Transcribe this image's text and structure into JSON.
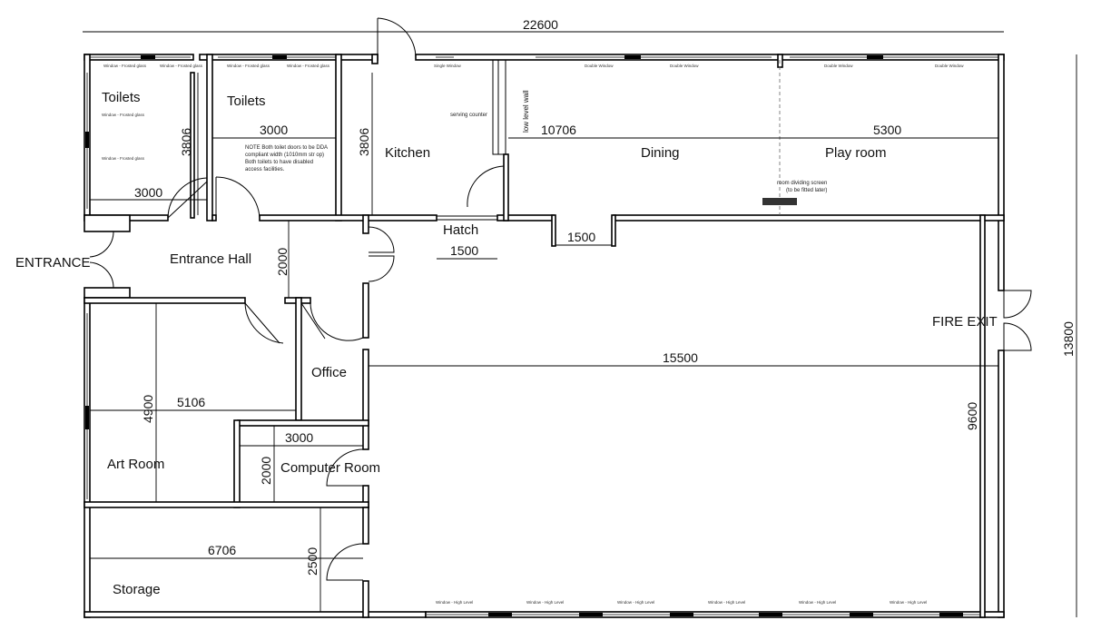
{
  "rooms": {
    "toilets_left": "Toilets",
    "toilets_right": "Toilets",
    "kitchen": "Kitchen",
    "dining": "Dining",
    "play_room": "Play room",
    "entrance": "ENTRANCE",
    "entrance_hall": "Entrance Hall",
    "hatch": "Hatch",
    "fire_exit": "FIRE EXIT",
    "office": "Office",
    "art_room": "Art Room",
    "computer_room": "Computer Room",
    "storage": "Storage"
  },
  "dimensions": {
    "overall_width": "22600",
    "overall_depth": "13800",
    "toilets_left_height": "3806",
    "toilets_left_width": "3000",
    "toilets_right_width": "3000",
    "kitchen_height": "3806",
    "dining_width": "10706",
    "play_room_width": "5300",
    "hatch_width": "1500",
    "opening_width": "1500",
    "hall_depth": "2000",
    "main_hall_width": "15500",
    "main_hall_depth": "9600",
    "art_room_depth": "4900",
    "art_room_width": "5106",
    "computer_room_width": "3000",
    "computer_room_depth": "2000",
    "storage_width": "6706",
    "storage_depth": "2500"
  },
  "annotations": {
    "serving_counter": "serving counter",
    "low_level_wall": "low level wall",
    "toilet_note_1": "NOTE Both toilet doors to be DDA",
    "toilet_note_2": "compliant width (1010mm str op)",
    "toilet_note_3": "Both toilets to have disabled",
    "toilet_note_4": "access facilities.",
    "dividing_screen_1": "room dividing screen",
    "dividing_screen_2": "(to be fitted later)"
  },
  "window_labels": {
    "obscure_glass": "Window - Frosted glass",
    "single_window": "Single Window",
    "double_window": "Double Window",
    "high_level": "Window - High Level"
  }
}
